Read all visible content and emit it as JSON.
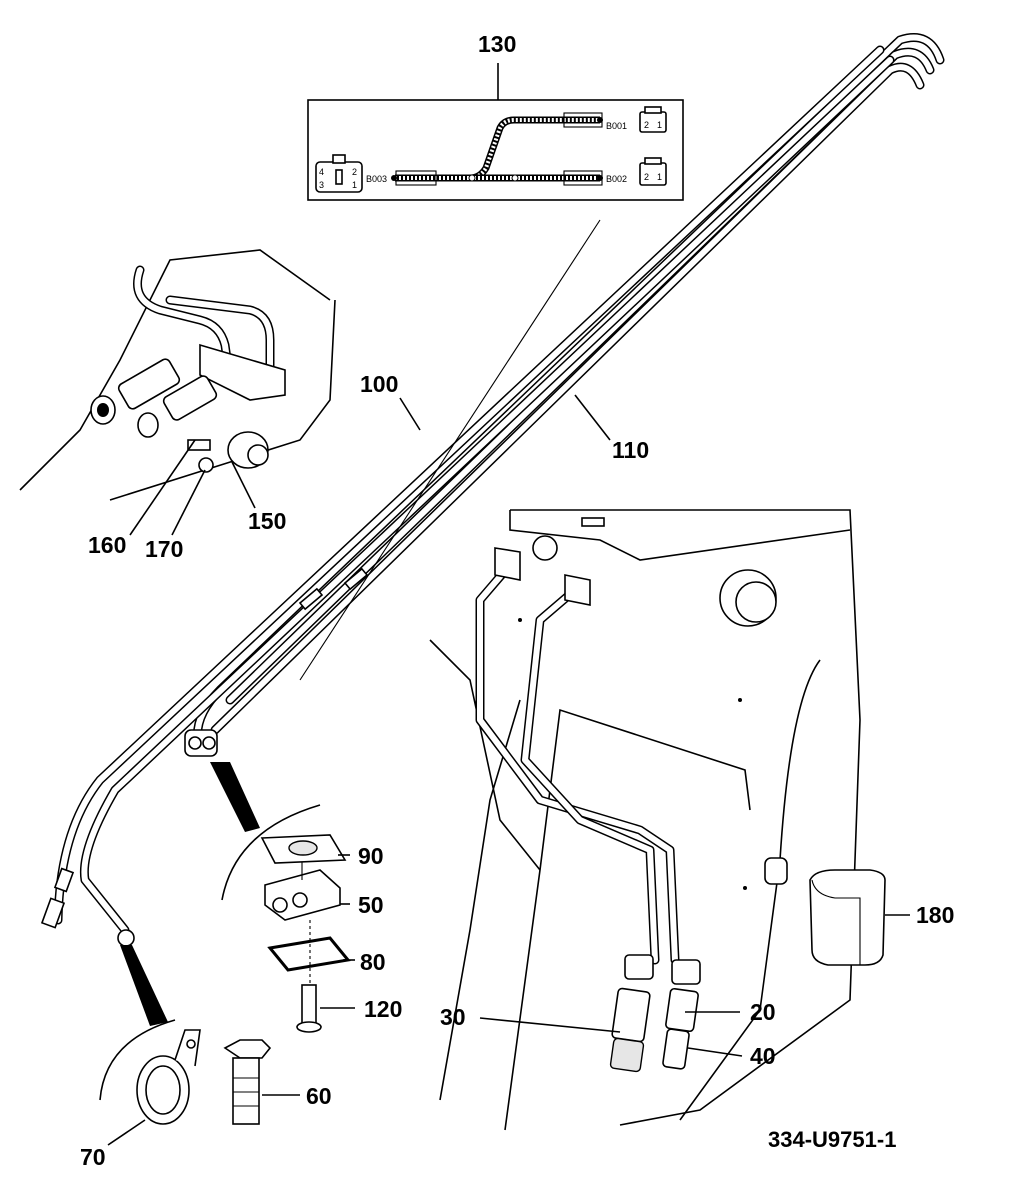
{
  "drawing_code": "334-U9751-1",
  "callouts": {
    "c130": "130",
    "c100": "100",
    "c110": "110",
    "c160": "160",
    "c170": "170",
    "c150": "150",
    "c90": "90",
    "c50": "50",
    "c80": "80",
    "c120": "120",
    "c180": "180",
    "c20": "20",
    "c30": "30",
    "c40": "40",
    "c60": "60",
    "c70": "70"
  },
  "harness": {
    "connector_b001": "B001",
    "connector_b002": "B002",
    "connector_b003": "B003",
    "pin_2": "2",
    "pin_1": "1",
    "pin_4": "4",
    "pin_3": "3"
  }
}
